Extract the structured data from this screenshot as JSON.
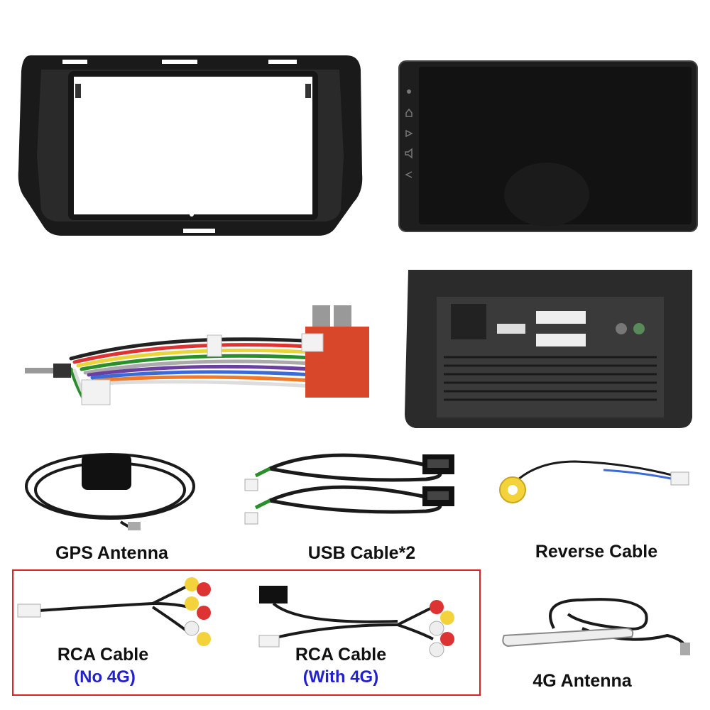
{
  "products": {
    "gps_antenna": "GPS Antenna",
    "usb_cable": "USB Cable*2",
    "reverse_cable": "Reverse Cable",
    "rca_cable_no4g": {
      "title": "RCA Cable",
      "note": "(No 4G)"
    },
    "rca_cable_4g": {
      "title": "RCA Cable",
      "note": "(With 4G)"
    },
    "antenna_4g": "4G Antenna"
  },
  "colors": {
    "note_text": "#2222cc",
    "frame_border": "#d22222",
    "harness_box": "#d9472b"
  }
}
